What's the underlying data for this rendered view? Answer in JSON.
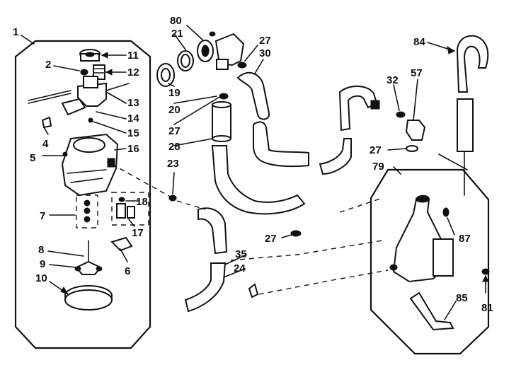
{
  "callouts": {
    "c1": "1",
    "c2": "2",
    "c4": "4",
    "c5": "5",
    "c6": "6",
    "c7": "7",
    "c8": "8",
    "c9": "9",
    "c10": "10",
    "c11": "11",
    "c12": "12",
    "c13": "13",
    "c14": "14",
    "c15": "15",
    "c16": "16",
    "c17": "17",
    "c18": "18",
    "c19": "19",
    "c20": "20",
    "c21": "21",
    "c23": "23",
    "c24": "24",
    "c27a": "27",
    "c27b": "27",
    "c27c": "27",
    "c27d": "27",
    "c28": "28",
    "c30": "30",
    "c32": "32",
    "c35": "35",
    "c57": "57",
    "c79": "79",
    "c80": "80",
    "c81": "81",
    "c84": "84",
    "c85": "85",
    "c87": "87"
  }
}
